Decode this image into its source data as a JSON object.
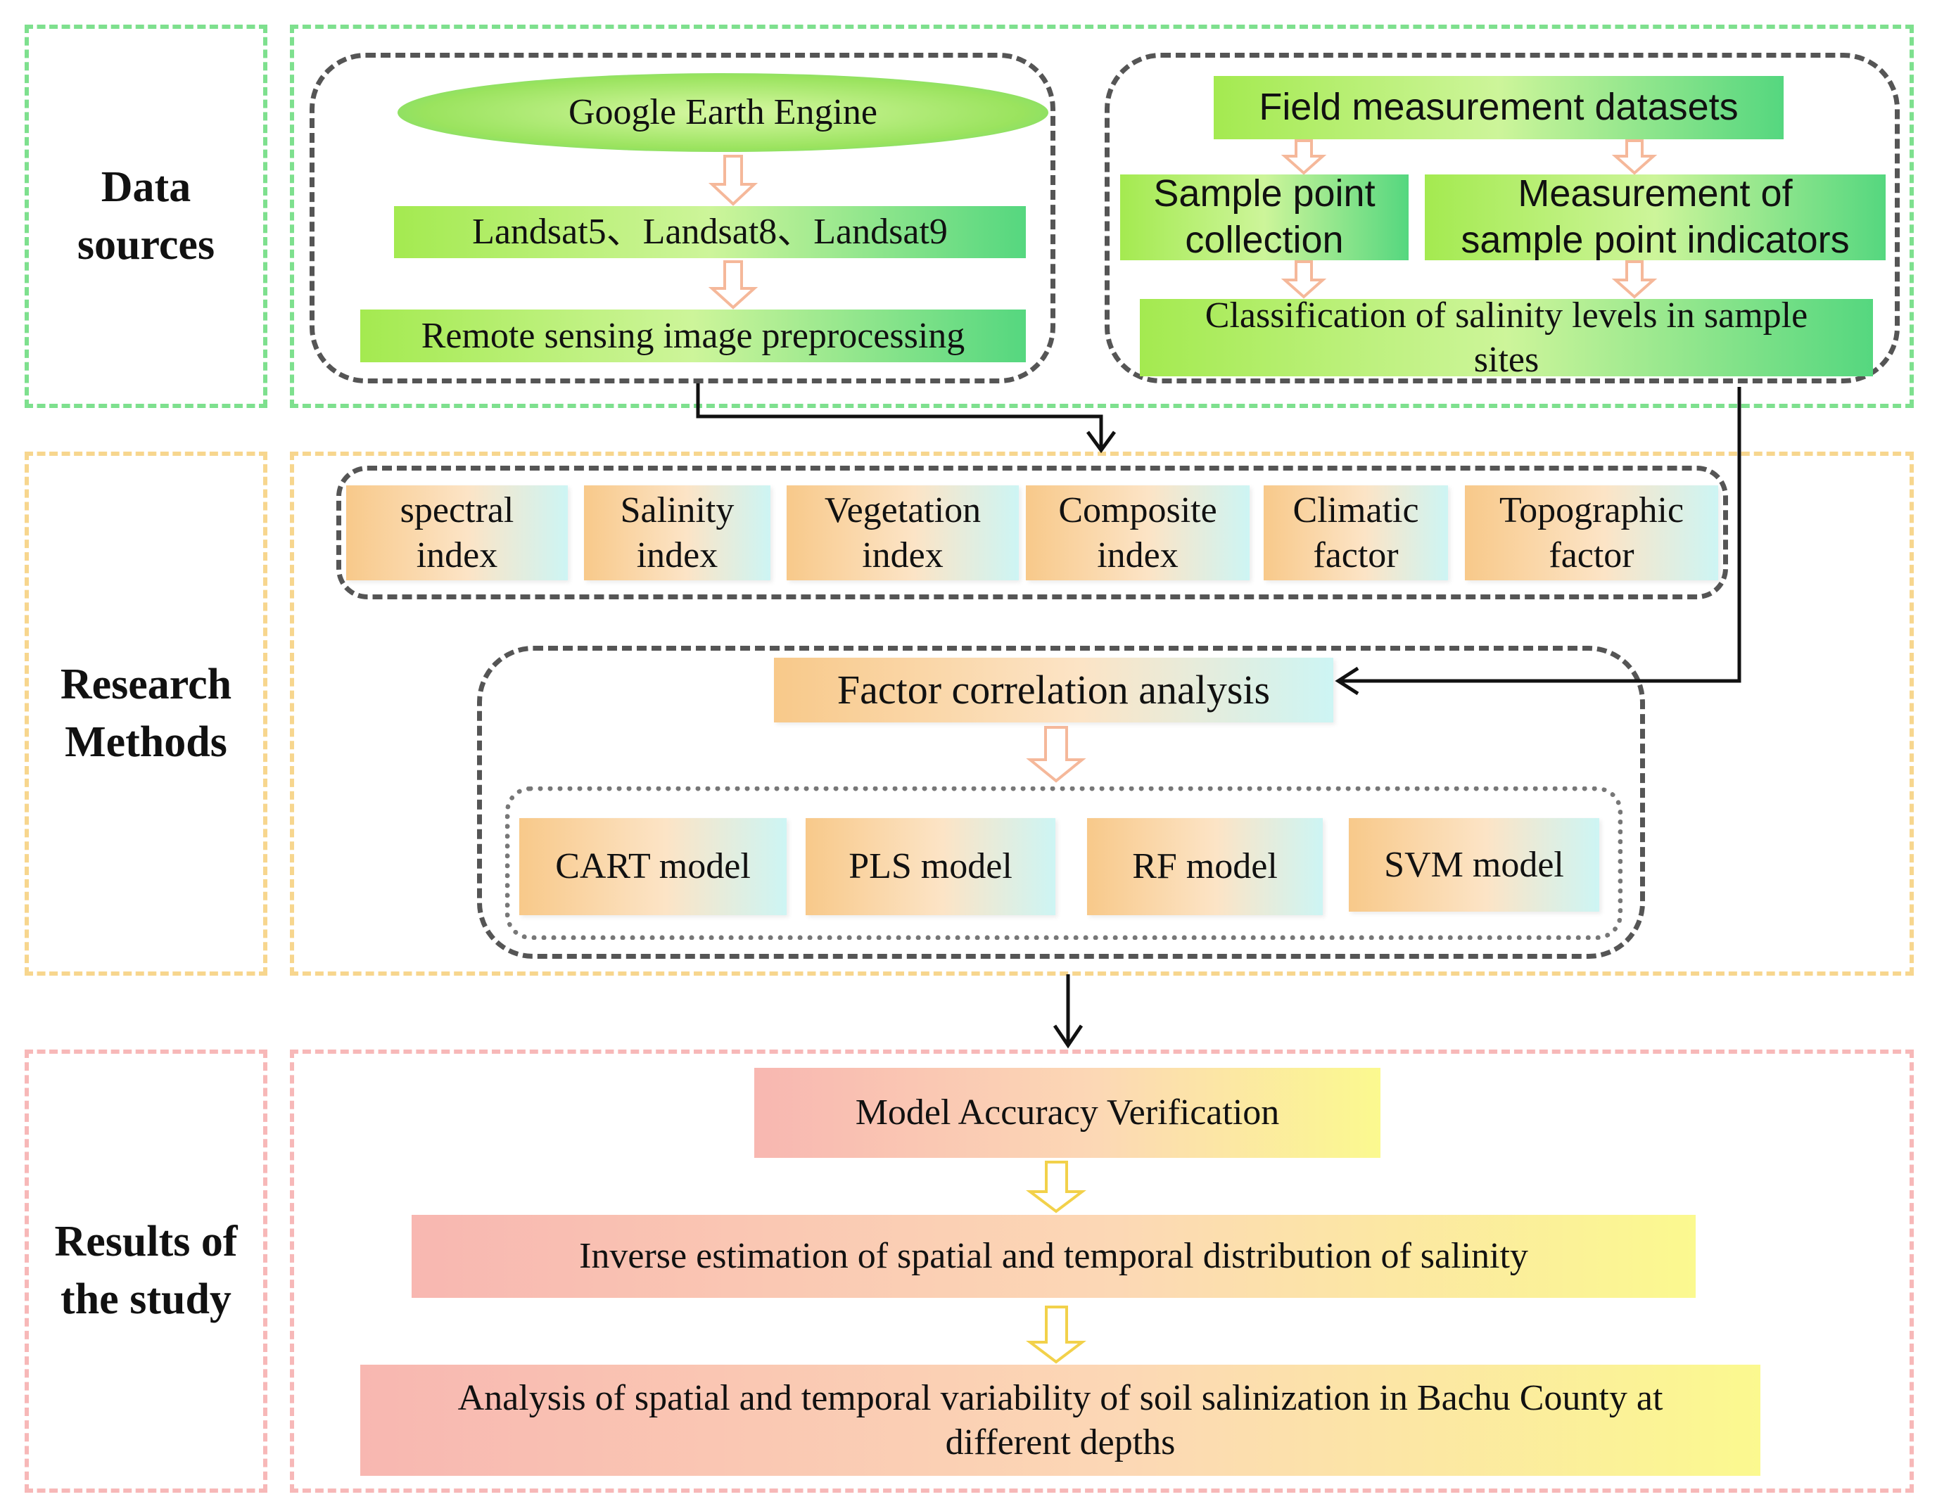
{
  "sections": {
    "data_sources": {
      "label": "Data\nsources"
    },
    "research_methods": {
      "label": "Research\nMethods"
    },
    "results": {
      "label": "Results of\nthe study"
    }
  },
  "data_sources": {
    "gee": "Google Earth Engine",
    "landsat": "Landsat5、Landsat8、Landsat9",
    "preprocessing": "Remote sensing image preprocessing",
    "field": "Field measurement datasets",
    "sample_collection": "Sample point\ncollection",
    "measurement": "Measurement of\nsample point indicators",
    "classification": "Classification of salinity levels in sample\nsites"
  },
  "research_methods": {
    "factors": [
      "spectral\nindex",
      "Salinity\nindex",
      "Vegetation\nindex",
      "Composite\nindex",
      "Climatic\nfactor",
      "Topographic\nfactor"
    ],
    "correlation": "Factor correlation analysis",
    "models": [
      "CART model",
      "PLS model",
      "RF model",
      "SVM model"
    ]
  },
  "results": {
    "verification": "Model Accuracy Verification",
    "inverse": "Inverse estimation of spatial and temporal distribution of salinity",
    "analysis": "Analysis of spatial and temporal variability of soil salinization in Bachu County at\ndifferent depths"
  },
  "colors": {
    "green_frame": "#7ee08e",
    "orange_frame": "#f7d68e",
    "pink_frame": "#f7b8b8",
    "hollow_arrow_orange": "#f5b89a",
    "hollow_arrow_yellow": "#f2d14a"
  }
}
